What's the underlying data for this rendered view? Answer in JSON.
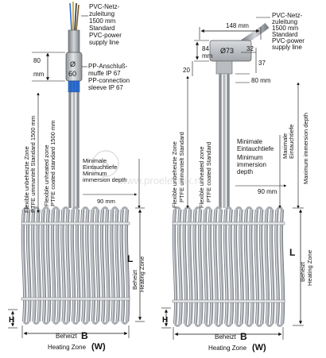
{
  "left": {
    "cable_text": [
      "PVC-Netz-",
      "zuleitung",
      "1500 mm",
      "Standard",
      "PVC-power",
      "supply line"
    ],
    "dim_80_value": "80",
    "dim_80_unit": "mm",
    "sleeve_symbol": "Ø",
    "sleeve_diameter": "60",
    "sleeve_text": [
      "PP-Anschluß-",
      "muffe IP 67",
      "PP-connection",
      "sleeve IP 67"
    ],
    "unheated_zone_de": "Flexible unbeheizte Zone",
    "ptfe_de": "PTFE ummantelt Standard 1500 mm",
    "unheated_zone_en": "Flexible unheated zone",
    "ptfe_en": "PTFE coated standard 1500 mm",
    "immersion_text": [
      "Minimale",
      "Eintauchtiefe",
      "Minimum",
      "immersion depth"
    ],
    "dim_90": "90 mm",
    "L_label": "L",
    "heated_zone_de": "Beheizt",
    "heated_zone_en": "Heating Zone",
    "H_label": "H",
    "bottom_de": "Beheizt",
    "B_label": "B",
    "bottom_en": "Heating Zone",
    "W_label": "(W)"
  },
  "right": {
    "dim_148": "148 mm",
    "cable_text": [
      "PVC-Netz-",
      "zuleitung",
      "1500 mm",
      "Standard",
      "PVC-power",
      "supply line"
    ],
    "dim_84_value": "84",
    "dim_84_unit": "mm",
    "dia_73": "Ø73",
    "dim_32": "32",
    "dim_37": "37",
    "dim_20": "20",
    "dim_80": "80 mm",
    "unheated_zone_de": "Flexible unbeheizte Zone",
    "ptfe_de": "PTFE ummantelt Standard",
    "unheated_zone_en": "Flexible unheated zone",
    "ptfe_en": "PTFE coated Standard",
    "immersion_text": [
      "Minimale",
      "Eintauchtiefe",
      "Minimum",
      "immersion",
      "depth"
    ],
    "max_depth_de_1": "Maximale",
    "max_depth_de_2": "Eintauchtiefe",
    "max_depth_en": "Maximum immersion depth",
    "dim_90": "90 mm",
    "L_label": "L",
    "heated_zone_de": "Beheizt",
    "heated_zone_en": "Heating Zone",
    "H_label": "H",
    "bottom_de": "Beheizt",
    "B_label": "B",
    "bottom_en": "Heating Zone",
    "W_label": "(W)"
  },
  "watermark": {
    "line1": "A",
    "line2": "www.proelektrik.ru"
  },
  "colors": {
    "coil": "#a9adb3",
    "coil_dark": "#6f747a",
    "coil_light": "#e6e8ea",
    "sleeve": "#b8bcc1",
    "sleeve_blue": "#2f6fd0",
    "line": "#111111"
  }
}
